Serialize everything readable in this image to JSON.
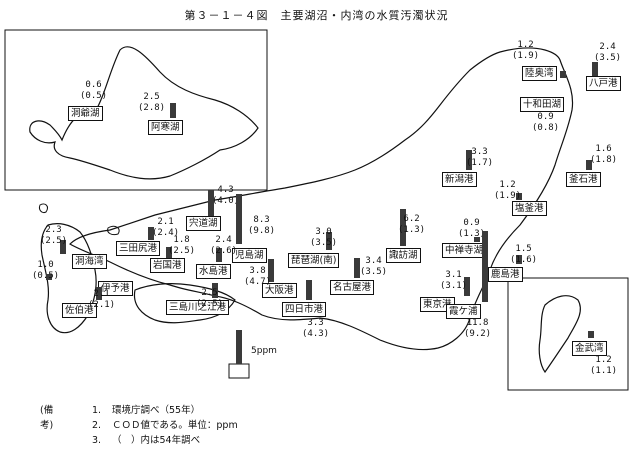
{
  "title": "第３－１－４図　主要湖沼・内湾の水質汚濁状況",
  "unit_label": "5ppm",
  "notes": {
    "heading": "(備考)",
    "items": [
      {
        "num": "1.",
        "text": "環境庁調べ（55年）"
      },
      {
        "num": "2.",
        "text": "ＣＯＤ値である。単位：ppm"
      },
      {
        "num": "3.",
        "text": "（　）内は54年調べ"
      }
    ]
  },
  "sites": [
    {
      "name": "洞爺湖",
      "v1": "0.6",
      "v2": "(0.5)",
      "value": 0.6
    },
    {
      "name": "阿寒湖",
      "v1": "2.5",
      "v2": "(2.8)",
      "value": 2.5
    },
    {
      "name": "陸奥湾",
      "v1": "1.2",
      "v2": "(1.9)",
      "value": 1.2
    },
    {
      "name": "八戸港",
      "v1": "2.4",
      "v2": "(3.5)",
      "value": 2.4
    },
    {
      "name": "十和田湖",
      "v1": "0.9",
      "v2": "(0.8)",
      "value": 0.9
    },
    {
      "name": "新潟港",
      "v1": "3.3",
      "v2": "(1.7)",
      "value": 3.3
    },
    {
      "name": "釜石港",
      "v1": "1.6",
      "v2": "(1.8)",
      "value": 1.6
    },
    {
      "name": "塩釜港",
      "v1": "1.2",
      "v2": "(1.9)",
      "value": 1.2
    },
    {
      "name": "宍道湖",
      "v1": "4.3",
      "v2": "(4.0)",
      "value": 4.3
    },
    {
      "name": "児島湖",
      "v1": "8.3",
      "v2": "(9.8)",
      "value": 8.3
    },
    {
      "name": "水島港",
      "v1": "2.4",
      "v2": "(2.6)",
      "value": 2.4
    },
    {
      "name": "岩国港",
      "v1": "1.8",
      "v2": "(2.5)",
      "value": 1.8
    },
    {
      "name": "三田尻港",
      "v1": "2.1",
      "v2": "(2.4)",
      "value": 2.1
    },
    {
      "name": "洞海湾",
      "v1": "2.3",
      "v2": "(2.5)",
      "value": 2.3
    },
    {
      "name": "伊予港",
      "v1": "1.0",
      "v2": "(0.5)",
      "value": 1.0
    },
    {
      "name": "佐伯港",
      "v1": "2.1",
      "v2": "(2.1)",
      "value": 2.1
    },
    {
      "name": "三島川之江港",
      "v1": "2.5",
      "v2": "(2.5)",
      "value": 2.5
    },
    {
      "name": "琵琶湖(南)",
      "v1": "3.0",
      "v2": "(3.5)",
      "value": 3.0
    },
    {
      "name": "大阪港",
      "v1": "3.8",
      "v2": "(4.7)",
      "value": 3.8
    },
    {
      "name": "名古屋港",
      "v1": "3.4",
      "v2": "(3.5)",
      "value": 3.4
    },
    {
      "name": "四日市港",
      "v1": "3.3",
      "v2": "(4.3)",
      "value": 3.3
    },
    {
      "name": "諏訪湖",
      "v1": "6.2",
      "v2": "(1.3)",
      "value": 6.2
    },
    {
      "name": "中禅寺湖",
      "v1": "0.9",
      "v2": "(1.3)",
      "value": 0.9
    },
    {
      "name": "鹿島港",
      "v1": "1.5",
      "v2": "(1.6)",
      "value": 1.5
    },
    {
      "name": "東京港",
      "v1": "3.1",
      "v2": "(3.1)",
      "value": 3.1
    },
    {
      "name": "霞ケ浦",
      "v1": "11.8",
      "v2": "(9.2)",
      "value": 11.8
    },
    {
      "name": "金武湾",
      "v1": "1.2",
      "v2": "(1.1)",
      "value": 1.2
    }
  ]
}
